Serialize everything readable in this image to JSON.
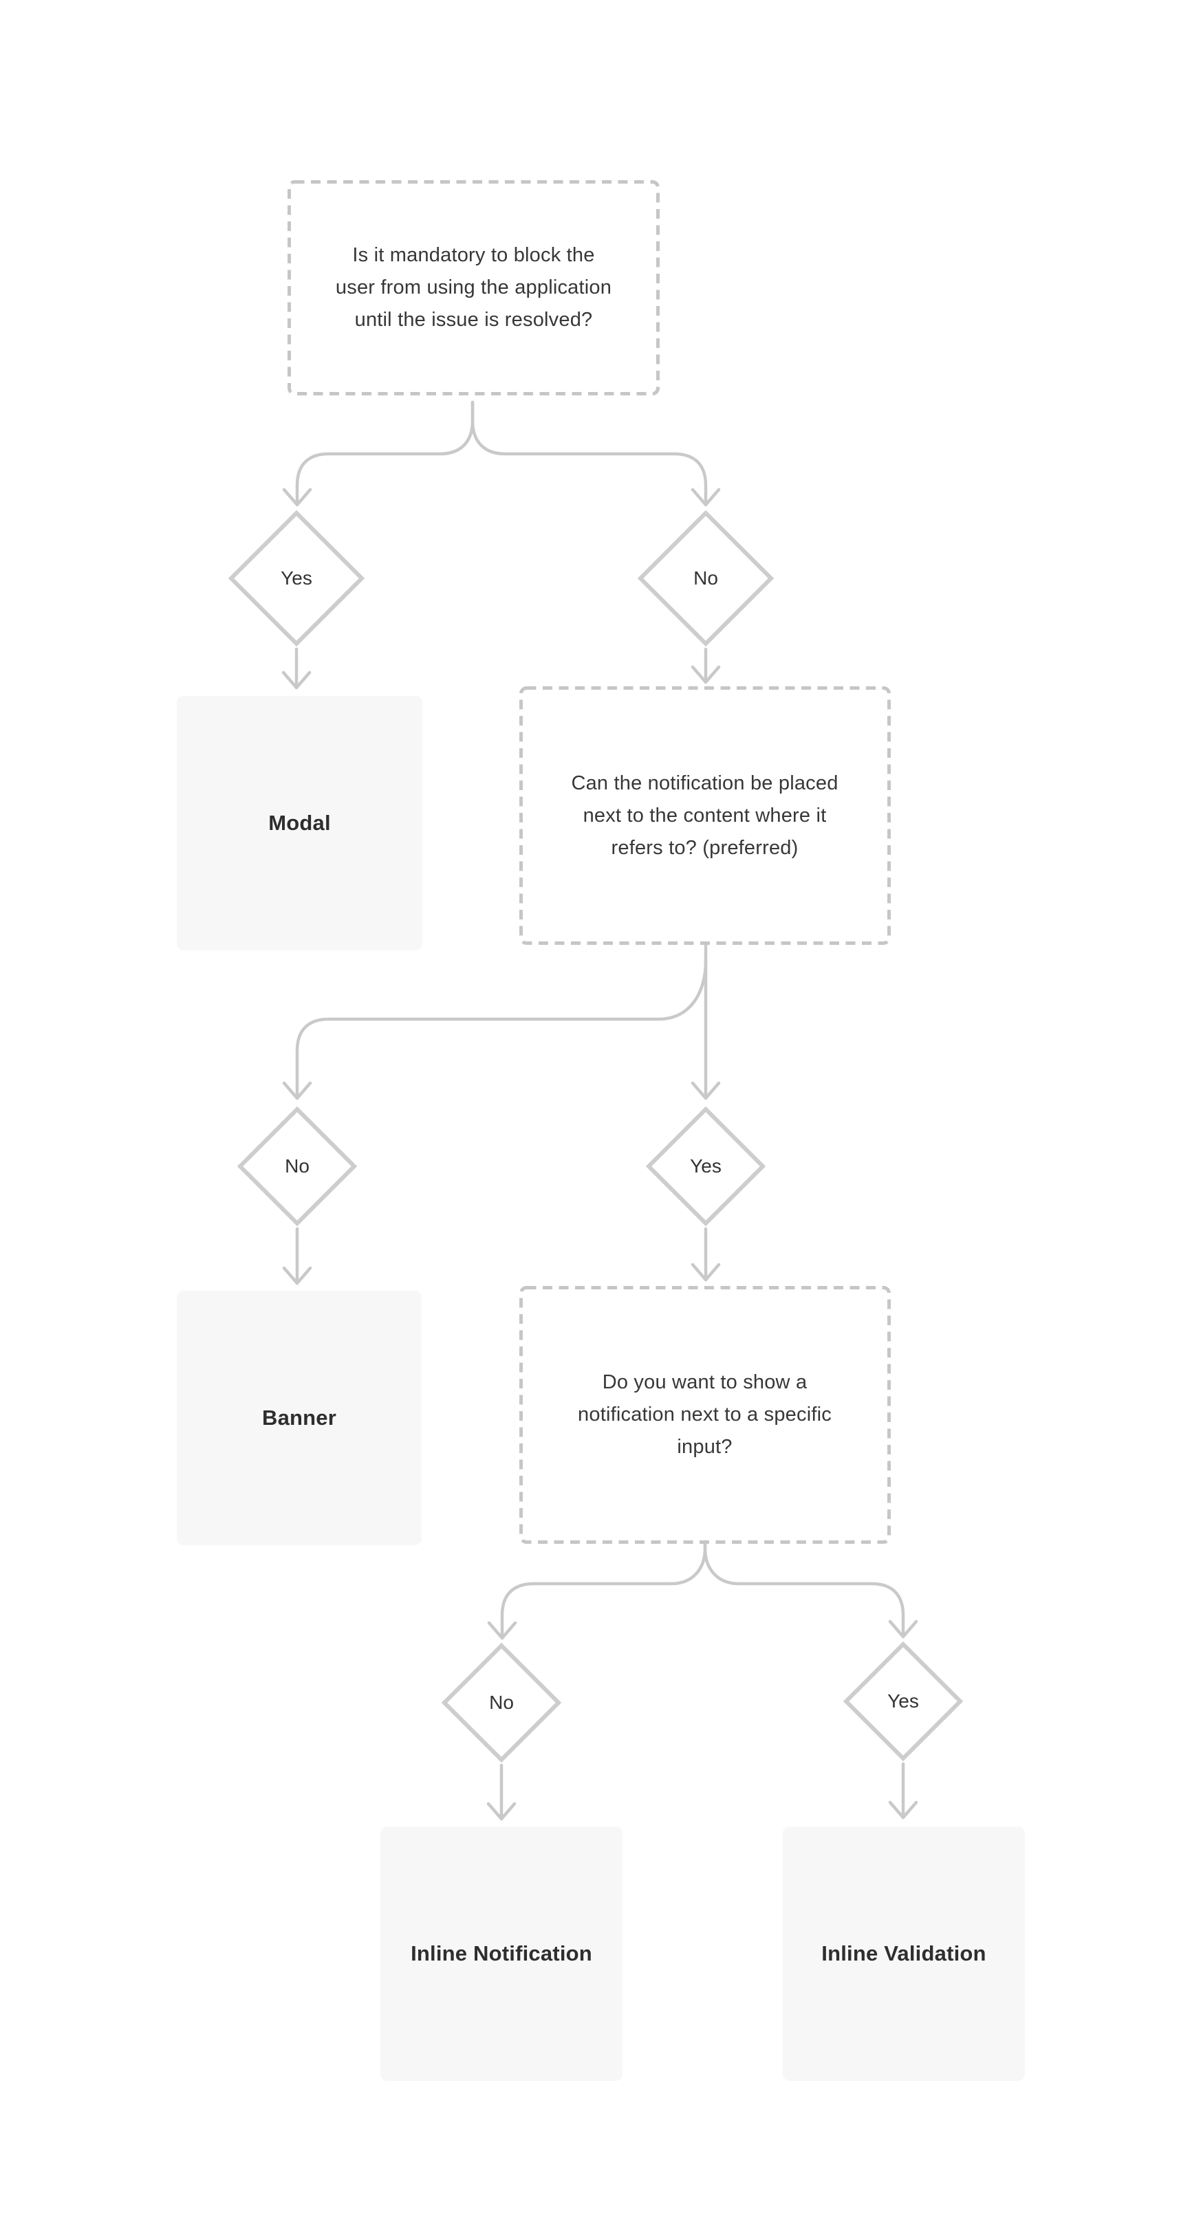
{
  "flowchart": {
    "questions": {
      "blocking": "Is it mandatory to block the\nuser from using the application\nuntil the issue is resolved?",
      "placement": "Can the notification be placed\nnext to the content where it\nrefers to? (preferred)",
      "specific_input": "Do you want to show a\nnotification next to a specific\ninput?"
    },
    "decisions": {
      "blocking_yes": "Yes",
      "blocking_no": "No",
      "placement_no": "No",
      "placement_yes": "Yes",
      "specific_input_no": "No",
      "specific_input_yes": "Yes"
    },
    "outcomes": {
      "modal": "Modal",
      "banner": "Banner",
      "inline_notification": "Inline Notification",
      "inline_validation": "Inline Validation"
    },
    "colors": {
      "background": "#ffffff",
      "connector": "#c9c9c9",
      "diamond_border": "#cdcdcd",
      "dashed_border": "#c6c6c6",
      "outcome_fill": "#f7f7f7",
      "question_text": "#373737",
      "decision_text": "#333333",
      "outcome_text": "#2e2e2e"
    }
  }
}
